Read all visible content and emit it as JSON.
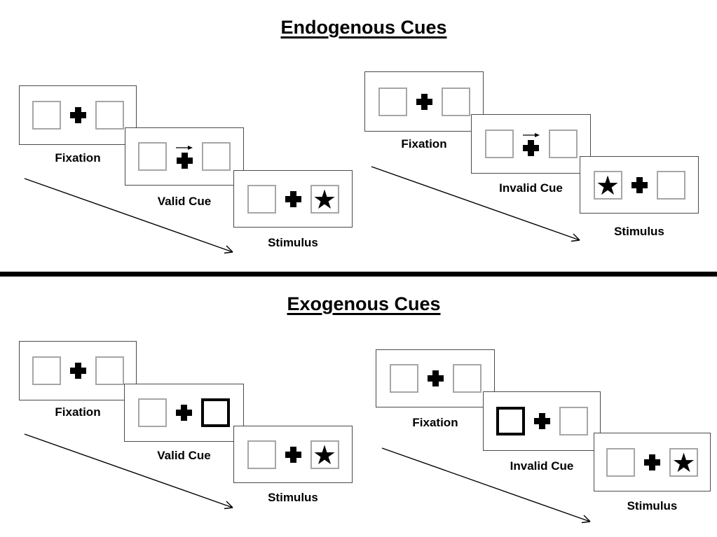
{
  "diagram": {
    "sections": [
      {
        "title": "Endogenous Cues",
        "trials": [
          {
            "name": "valid",
            "panels": [
              {
                "label": "Fixation",
                "type": "fixation"
              },
              {
                "label": "Valid Cue",
                "type": "central-arrow-cue",
                "cue_direction": "right"
              },
              {
                "label": "Stimulus",
                "type": "stimulus",
                "stimulus_side": "right"
              }
            ]
          },
          {
            "name": "invalid",
            "panels": [
              {
                "label": "Fixation",
                "type": "fixation"
              },
              {
                "label": "Invalid Cue",
                "type": "central-arrow-cue",
                "cue_direction": "right"
              },
              {
                "label": "Stimulus",
                "type": "stimulus",
                "stimulus_side": "left"
              }
            ]
          }
        ]
      },
      {
        "title": "Exogenous Cues",
        "trials": [
          {
            "name": "valid",
            "panels": [
              {
                "label": "Fixation",
                "type": "fixation"
              },
              {
                "label": "Valid Cue",
                "type": "peripheral-box-cue",
                "cue_side": "right"
              },
              {
                "label": "Stimulus",
                "type": "stimulus",
                "stimulus_side": "right"
              }
            ]
          },
          {
            "name": "invalid",
            "panels": [
              {
                "label": "Fixation",
                "type": "fixation"
              },
              {
                "label": "Invalid Cue",
                "type": "peripheral-box-cue",
                "cue_side": "left"
              },
              {
                "label": "Stimulus",
                "type": "stimulus",
                "stimulus_side": "right"
              }
            ]
          }
        ]
      }
    ]
  },
  "glyphs": {
    "star": "★"
  },
  "colors": {
    "ink": "#000000",
    "panel_border": "#4a4a4a",
    "square_border": "#a6a6a6"
  }
}
